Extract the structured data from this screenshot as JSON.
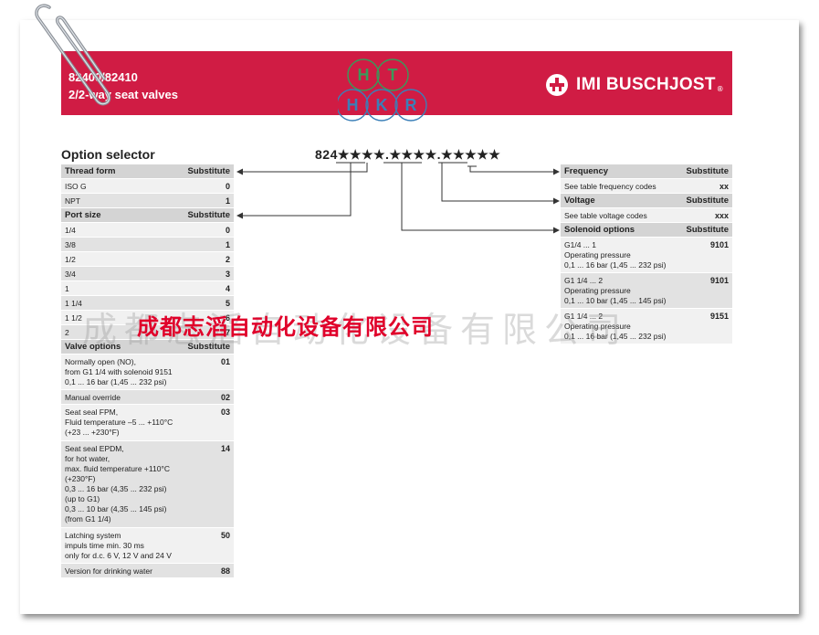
{
  "banner": {
    "line1": "82400/82410",
    "line2": "2/2-way seat valves",
    "brand": "IMI BUSCHJOST",
    "brand_reg": "®",
    "hthkr_letters": [
      "H",
      "T",
      "H",
      "K",
      "R"
    ]
  },
  "selector": {
    "title": "Option selector",
    "code": "824★★★★.★★★★.★★★★★"
  },
  "left_table": {
    "thread": {
      "header": "Thread form",
      "sub": "Substitute",
      "rows": [
        {
          "label": "ISO G",
          "value": "0"
        },
        {
          "label": "NPT",
          "value": "1"
        }
      ]
    },
    "port": {
      "header": "Port size",
      "sub": "Substitute",
      "rows": [
        {
          "label": "1/4",
          "value": "0"
        },
        {
          "label": "3/8",
          "value": "1"
        },
        {
          "label": "1/2",
          "value": "2"
        },
        {
          "label": "3/4",
          "value": "3"
        },
        {
          "label": "1",
          "value": "4"
        },
        {
          "label": "1 1/4",
          "value": "5"
        },
        {
          "label": "1 1/2",
          "value": "6"
        },
        {
          "label": "2",
          "value": "7"
        }
      ]
    },
    "valve": {
      "header": "Valve options",
      "sub": "Substitute",
      "rows": [
        {
          "label": "Normally open (NO),\nfrom G1 1/4 with solenoid 9151\n0,1 ... 16 bar (1,45 ... 232 psi)",
          "value": "01"
        },
        {
          "label": "Manual override",
          "value": "02"
        },
        {
          "label": "Seat seal FPM,\nFluid temperature –5 ... +110°C\n(+23 ... +230°F)",
          "value": "03"
        },
        {
          "label": "Seat seal EPDM,\nfor hot water,\nmax. fluid temperature +110°C\n(+230°F)\n0,3 ... 16 bar (4,35 ... 232 psi)\n(up to G1)\n0,3 ... 10 bar (4,35 ... 145 psi)\n(from G1 1/4)",
          "value": "14"
        },
        {
          "label": "Latching system\nimpuls time min. 30 ms\nonly for d.c. 6 V, 12 V and 24 V",
          "value": "50"
        },
        {
          "label": "Version for drinking water",
          "value": "88"
        }
      ]
    }
  },
  "right_table": {
    "frequency": {
      "header": "Frequency",
      "sub": "Substitute",
      "rows": [
        {
          "label": "See table frequency codes",
          "value": "xx"
        }
      ]
    },
    "voltage": {
      "header": "Voltage",
      "sub": "Substitute",
      "rows": [
        {
          "label": "See table voltage codes",
          "value": "xxx"
        }
      ]
    },
    "solenoid": {
      "header": "Solenoid options",
      "sub": "Substitute",
      "rows": [
        {
          "label": "G1/4 ... 1\nOperating pressure\n0,1 ... 16 bar (1,45 ... 232 psi)",
          "value": "9101"
        },
        {
          "label": "G1 1/4 ... 2\nOperating pressure\n0,1 ... 10 bar (1,45 ... 145 psi)",
          "value": "9101"
        },
        {
          "label": "G1 1/4 ... 2\nOperating pressure\n0,1 ... 16 bar (1,45 ... 232 psi)",
          "value": "9151"
        }
      ]
    }
  },
  "watermark": {
    "text": "成都志滔自动化设备有限公司",
    "ghost": "成都志滔自动化设备有限公司"
  },
  "colors": {
    "banner": "#d01c44",
    "watermark": "#e0002a",
    "header_row": "#d4d4d4"
  }
}
